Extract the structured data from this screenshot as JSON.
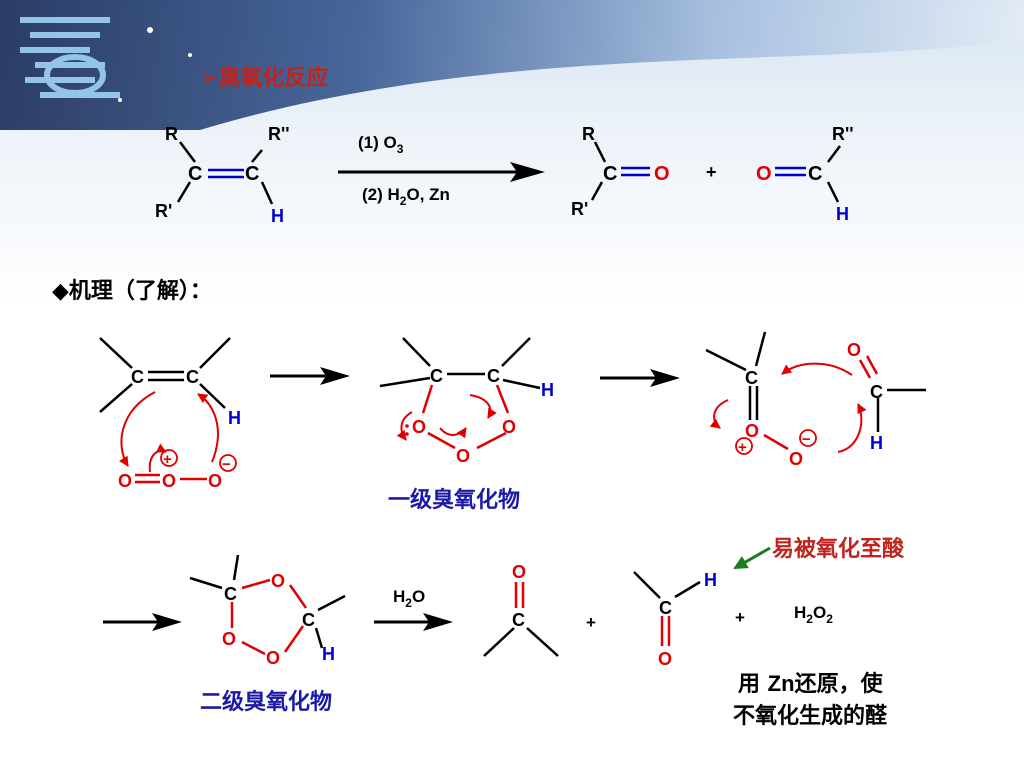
{
  "slide": {
    "section_title": "➢臭氧化反应",
    "mechanism_title": "◆机理（了解）：",
    "primary_ozonide_label": "一级臭氧化物",
    "secondary_ozonide_label": "二级臭氧化物",
    "annotation_oxidized": "易被氧化至酸",
    "annotation_zn_line1_pre": "用 ",
    "annotation_zn_line1_bold": "Zn",
    "annotation_zn_line1_post": "还原，使",
    "annotation_zn_line2": "不氧化生成的醛"
  },
  "reaction": {
    "reagent1_prefix": "(1)  O",
    "reagent1_sub": "3",
    "reagent2_prefix": "(2)  H",
    "reagent2_sub": "2",
    "reagent2_suffix": "O, Zn",
    "plus": "+"
  },
  "atoms": {
    "C": "C",
    "O": "O",
    "H": "H",
    "R": "R",
    "R1": "R'",
    "R2": "R''"
  },
  "lower_reagents": {
    "water_prefix": "H",
    "water_sub": "2",
    "water_suffix": "O",
    "peroxide_h": "H",
    "peroxide_sub1": "2",
    "peroxide_o": "O",
    "peroxide_sub2": "2",
    "plus": "+"
  },
  "charges": {
    "plus": "+",
    "minus": "−"
  },
  "colors": {
    "carbon": "#000000",
    "oxygen": "#e00000",
    "hydrogen": "#0000cc",
    "double_bond": "#0000cc",
    "arrow_curved": "#e00000",
    "label_blue": "#1a1aa6",
    "annotation_red": "#c0241c",
    "green_arrow": "#1e7a1e",
    "banner_dark": "#0c1f4d"
  }
}
